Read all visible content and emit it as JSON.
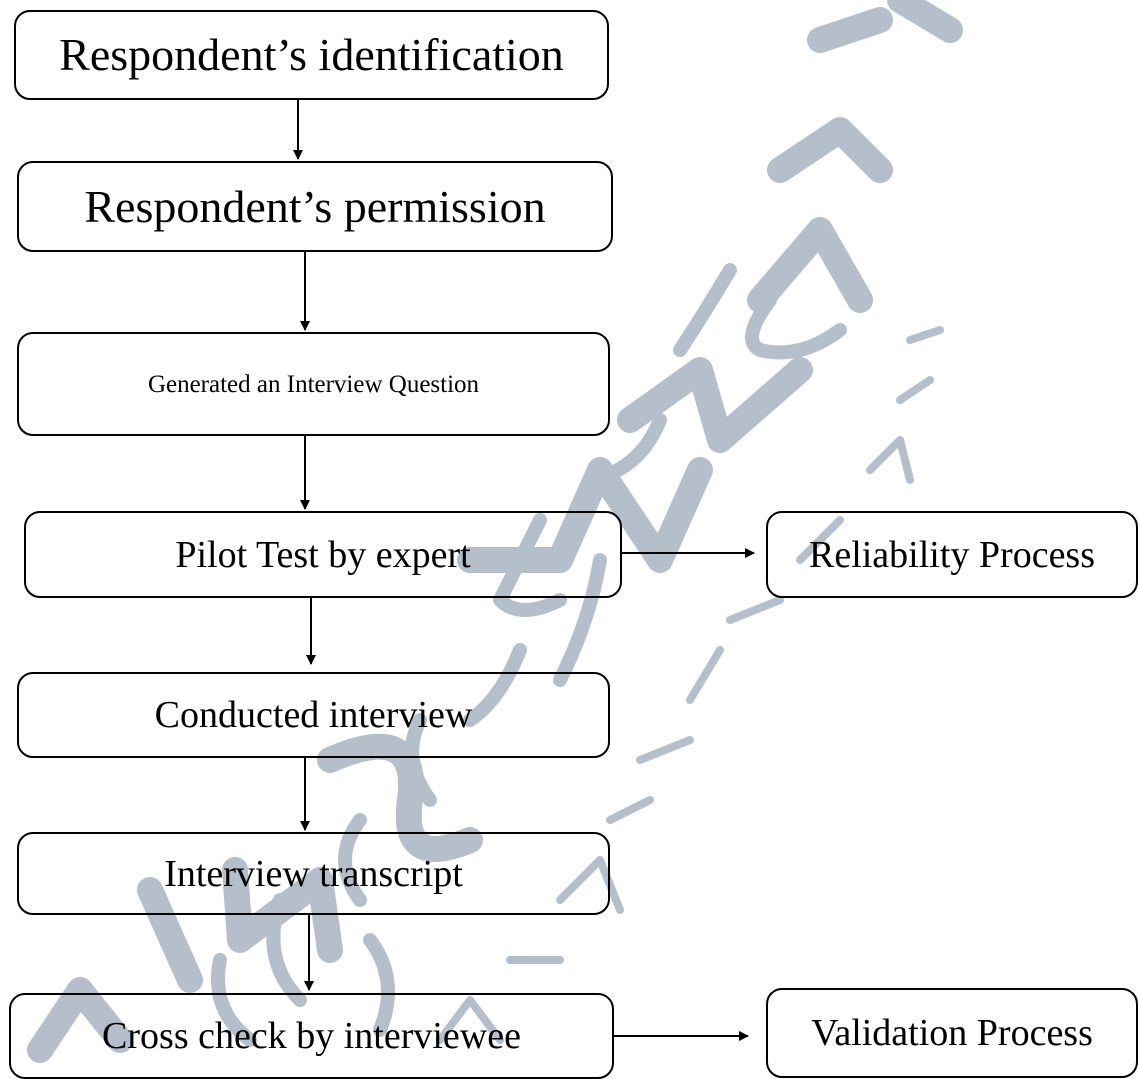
{
  "watermark": {
    "text_main": "SINTOK MALAYSIA",
    "text_university": "UNIVERSITY OF MALAYSIA",
    "color": "#a9b3c3"
  },
  "colors": {
    "stroke": "#000000",
    "text": "#000000",
    "background": "#ffffff"
  },
  "steps": [
    {
      "id": "identification",
      "label": "Respondent’s identification"
    },
    {
      "id": "permission",
      "label": "Respondent’s permission"
    },
    {
      "id": "question",
      "label": "Generated an Interview Question"
    },
    {
      "id": "pilot",
      "label": "Pilot Test by expert"
    },
    {
      "id": "conducted",
      "label": "Conducted interview"
    },
    {
      "id": "transcript",
      "label": "Interview transcript"
    },
    {
      "id": "crosscheck",
      "label": "Cross check by interviewee"
    }
  ],
  "side_processes": [
    {
      "id": "reliability",
      "label": "Reliability Process",
      "from": "pilot"
    },
    {
      "id": "validation",
      "label": "Validation Process",
      "from": "crosscheck"
    }
  ]
}
